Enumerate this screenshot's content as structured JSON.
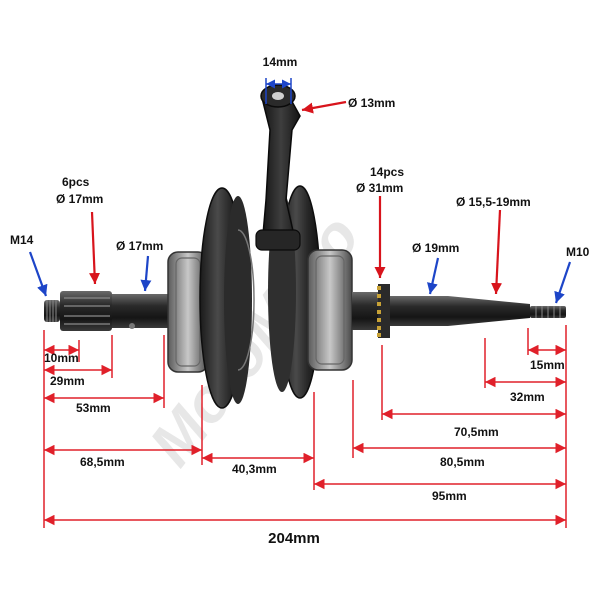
{
  "watermark": "MotoMoto",
  "colors": {
    "dimension": "#e0202a",
    "callout_red": "#d8141c",
    "callout_blue": "#1d45c8",
    "text": "#111111",
    "part_dark": "#1a1a1a",
    "part_mid": "#4a4a4a",
    "part_light": "#9a9a9a"
  },
  "labels": {
    "rod_width": "14mm",
    "pin_diameter": "Ø 13mm",
    "left_thread": "M14",
    "spline_count": "6pcs",
    "spline_diameter": "Ø 17mm",
    "left_bearing_seat": "Ø 17mm",
    "gear_count": "14pcs",
    "gear_diameter": "Ø 31mm",
    "taper_diameter": "Ø 15,5-19mm",
    "right_bearing_seat": "Ø 19mm",
    "right_thread": "M10"
  },
  "dimensions": {
    "d10": "10mm",
    "d29": "29mm",
    "d53": "53mm",
    "d68": "68,5mm",
    "d40": "40,3mm",
    "d15": "15mm",
    "d32": "32mm",
    "d70": "70,5mm",
    "d80": "80,5mm",
    "d95": "95mm",
    "total": "204mm"
  }
}
